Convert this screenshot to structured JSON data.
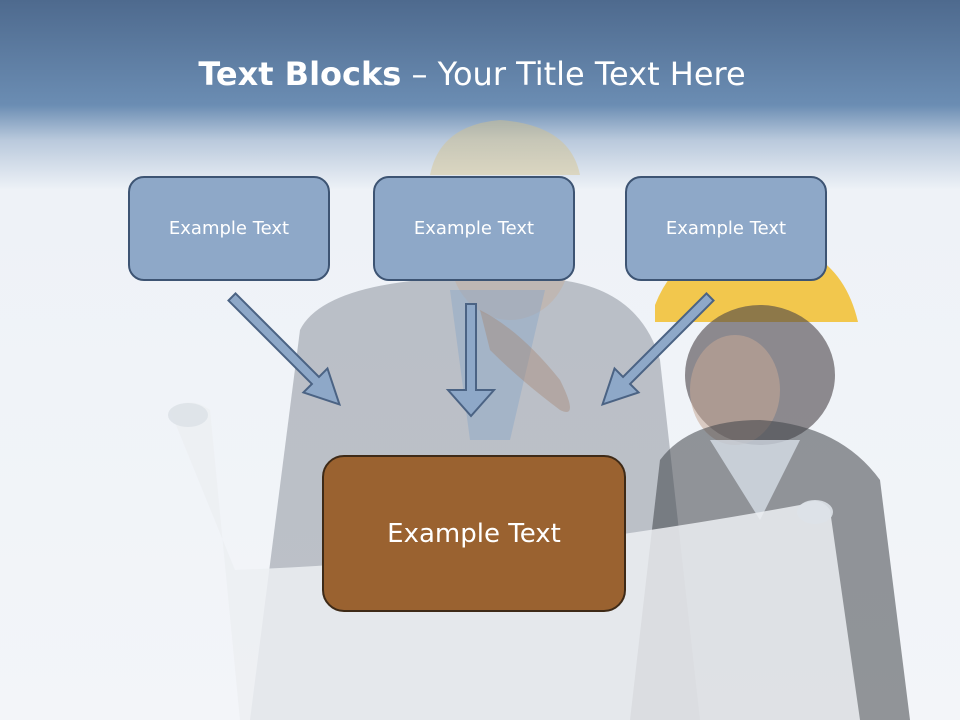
{
  "slide": {
    "title_bold": "Text Blocks",
    "title_separator": " – ",
    "title_rest": "Your Title Text Here"
  },
  "boxes": [
    {
      "label": "Example Text"
    },
    {
      "label": "Example Text"
    },
    {
      "label": "Example Text"
    }
  ],
  "main_box": {
    "label": "Example Text"
  },
  "colors": {
    "header_blue": "#6b8db3",
    "box_fill": "#8ea8c8",
    "box_border": "#3d5473",
    "main_fill": "#9a6230",
    "main_border": "#3e2a17",
    "arrow_fill": "#8ea8c8"
  }
}
